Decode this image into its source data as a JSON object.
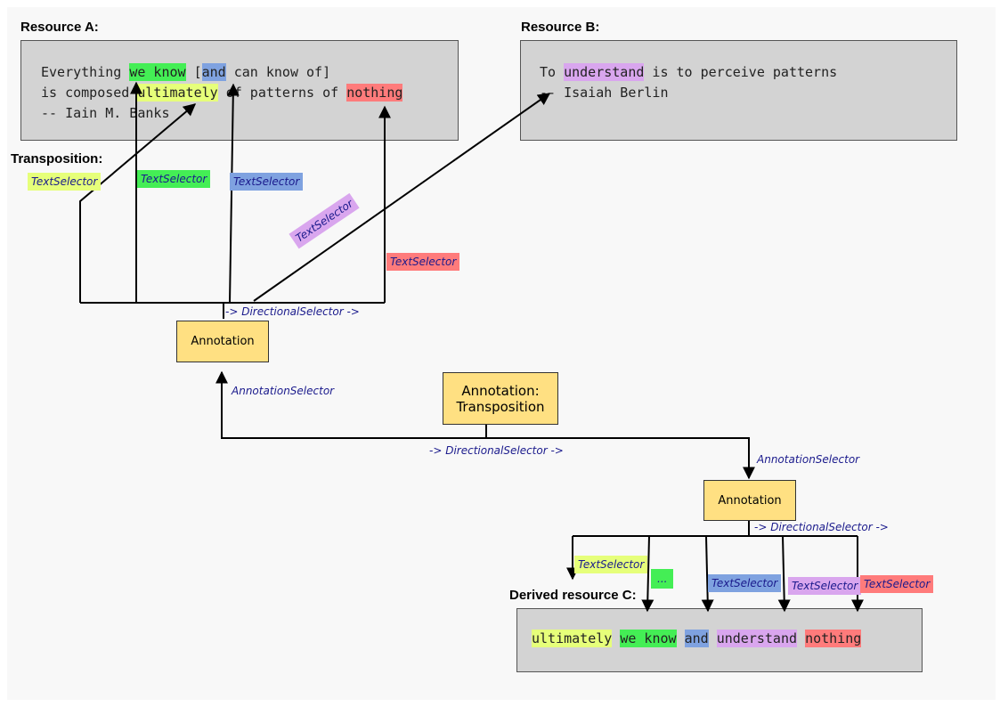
{
  "resource_a": {
    "heading": "Resource A:",
    "line1": [
      "Everything ",
      "we know",
      " [",
      "and",
      " can know of]"
    ],
    "line2": [
      "is composed ",
      "ultimately",
      " of patterns of ",
      "nothing"
    ],
    "line3": "-- Iain M. Banks"
  },
  "resource_b": {
    "heading": "Resource B:",
    "line1": [
      "To ",
      "understand",
      " is to perceive patterns"
    ],
    "line2": "-- Isaiah Berlin"
  },
  "transposition_heading": "Transposition:",
  "derived_heading": "Derived resource C:",
  "derived_tokens": [
    "ultimately",
    " ",
    "we know",
    " ",
    "and",
    " ",
    "understand",
    " ",
    "nothing"
  ],
  "selectors": {
    "text_selector": "TextSelector",
    "ellipsis": "...",
    "directional": "-> DirectionalSelector ->",
    "annotation_selector": "AnnotationSelector"
  },
  "annotations": {
    "annotation": "Annotation",
    "transposition_line1": "Annotation:",
    "transposition_line2": "Transposition"
  },
  "colors": {
    "yellow_green": "#e6ff7a",
    "green": "#44ee55",
    "blue": "#7fa2e0",
    "purple": "#d9a6ee",
    "red": "#ff7b7b",
    "annotation_fill": "#ffe082"
  }
}
